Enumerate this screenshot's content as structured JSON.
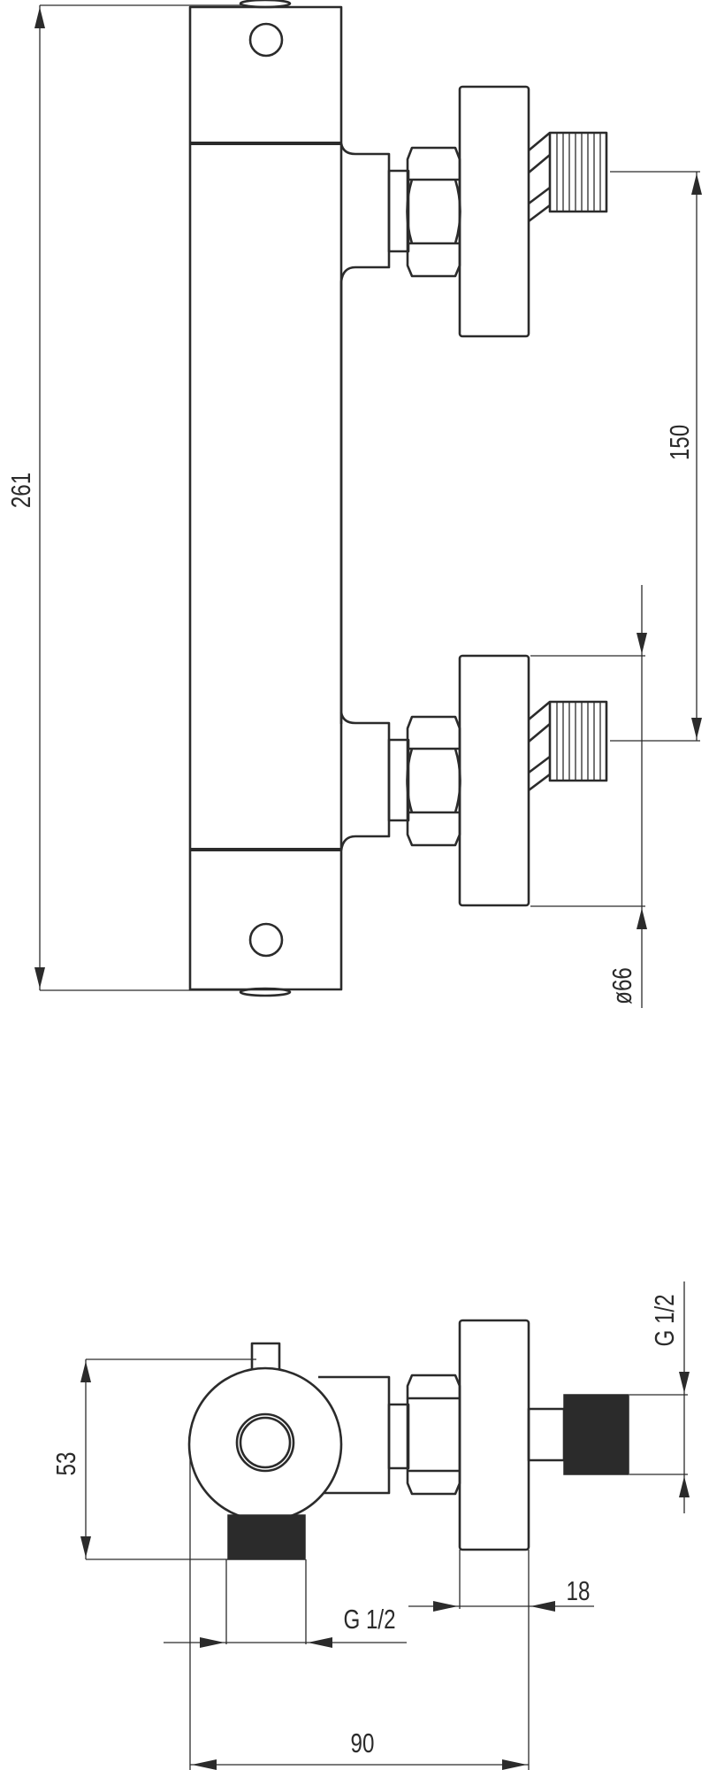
{
  "drawing": {
    "title": "Thermostatic shower valve - dimensional drawing",
    "dimensions": {
      "height": "261",
      "inlet_spacing": "150",
      "flange_diameter": "ø66",
      "depth_to_outlet": "53",
      "outlet_thread": "G 1/2",
      "inlet_thread": "G 1/2",
      "flange_thickness": "18",
      "total_depth": "90"
    },
    "colors": {
      "line": "#2b2b2b",
      "background": "#ffffff"
    }
  }
}
